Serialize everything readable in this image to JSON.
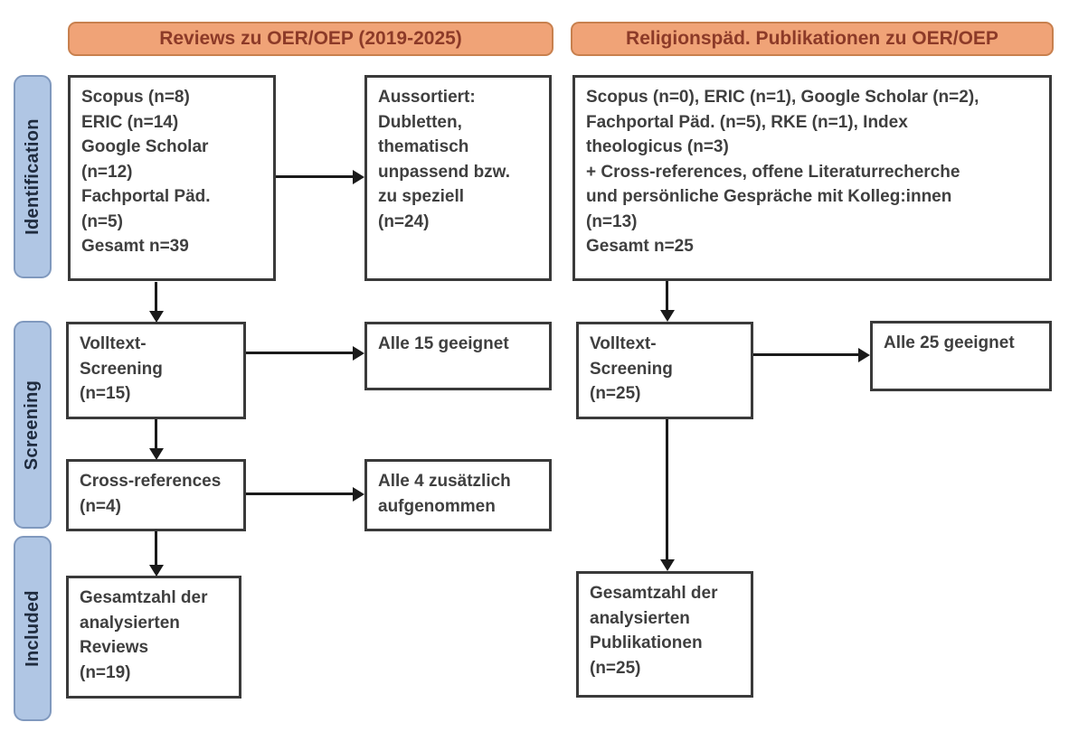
{
  "diagram": {
    "headers": [
      {
        "label": "Reviews zu OER/OEP (2019-2025)"
      },
      {
        "label": "Religionspäd. Publikationen zu OER/OEP"
      }
    ],
    "stages": [
      {
        "label": "Identification"
      },
      {
        "label": "Screening"
      },
      {
        "label": "Included"
      }
    ],
    "boxes": {
      "left_sources": {
        "lines": [
          "Scopus (n=8)",
          "ERIC (n=14)",
          "Google Scholar",
          "(n=12)",
          "Fachportal Päd.",
          "(n=5)",
          "Gesamt n=39"
        ]
      },
      "left_excluded": {
        "lines": [
          "Aussortiert:",
          "Dubletten,",
          "thematisch",
          "unpassend bzw.",
          "zu speziell",
          "(n=24)"
        ]
      },
      "left_fulltext": {
        "lines": [
          "Volltext-",
          "Screening",
          "(n=15)"
        ]
      },
      "left_eligible": {
        "lines": [
          "Alle 15 geeignet"
        ]
      },
      "left_crossref": {
        "lines": [
          "Cross-references",
          "(n=4)"
        ]
      },
      "left_added": {
        "lines": [
          "Alle 4 zusätzlich",
          "aufgenommen"
        ]
      },
      "left_total": {
        "lines": [
          "Gesamtzahl der",
          "analysierten",
          "Reviews",
          "(n=19)"
        ]
      },
      "right_sources": {
        "lines": [
          "Scopus (n=0), ERIC (n=1), Google Scholar (n=2),",
          "Fachportal Päd. (n=5), RKE (n=1), Index",
          "theologicus (n=3)",
          "+ Cross-references, offene Literaturrecherche",
          "und persönliche Gespräche mit Kolleg:innen",
          "(n=13)",
          "Gesamt n=25"
        ]
      },
      "right_fulltext": {
        "lines": [
          "Volltext-",
          "Screening",
          "(n=25)"
        ]
      },
      "right_eligible": {
        "lines": [
          "Alle 25 geeignet"
        ]
      },
      "right_total": {
        "lines": [
          "Gesamtzahl der",
          "analysierten",
          "Publikationen",
          "(n=25)"
        ]
      }
    },
    "colors": {
      "header_fill": "#F0A377",
      "header_border": "#C8804E",
      "header_text": "#8C3A28",
      "stage_fill": "#B0C6E4",
      "stage_border": "#8099BE",
      "stage_text": "#1F2B3E",
      "box_border": "#3A3A3A",
      "box_text": "#3F3F3F",
      "arrow": "#1A1A1A"
    }
  }
}
